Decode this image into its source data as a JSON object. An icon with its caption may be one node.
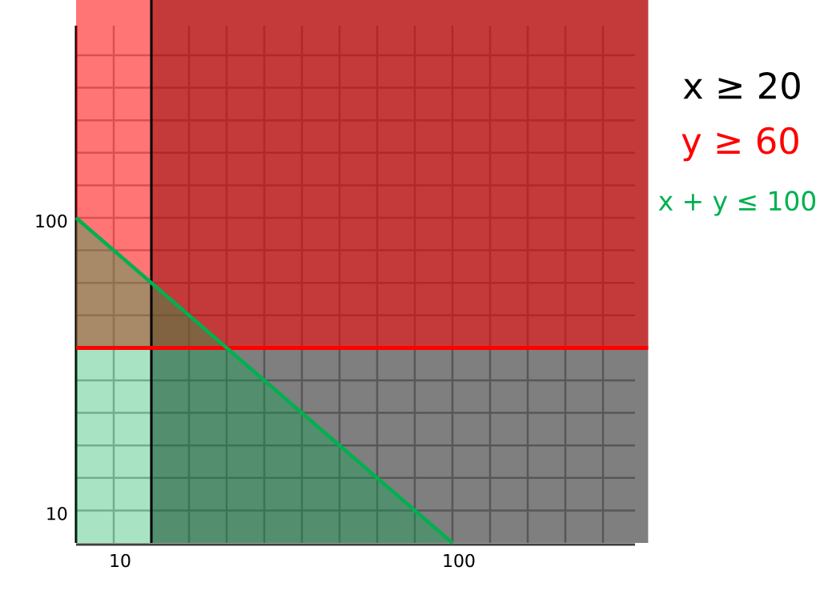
{
  "diagram": {
    "chart_data": {
      "type": "area",
      "xlim": [
        0,
        152
      ],
      "ylim": [
        0,
        167
      ],
      "xticks": [
        10,
        100
      ],
      "yticks": [
        10,
        100
      ],
      "bands": [
        {
          "axis": "x",
          "from": 20,
          "to": 152,
          "color": "#000000"
        },
        {
          "axis": "y",
          "from": 60,
          "to": 167,
          "color": "#ff0000"
        }
      ],
      "ref_lines": [
        {
          "axis": "x",
          "value": 20,
          "label": "x ≥ 20",
          "color": "#000000"
        },
        {
          "axis": "y",
          "value": 60,
          "label": "y ≥ 60",
          "color": "#ff0000"
        }
      ],
      "series": [
        {
          "name": "x + y ≤ 100",
          "color": "#00b050",
          "x": [
            0,
            100
          ],
          "values": [
            100,
            0
          ]
        }
      ]
    }
  }
}
